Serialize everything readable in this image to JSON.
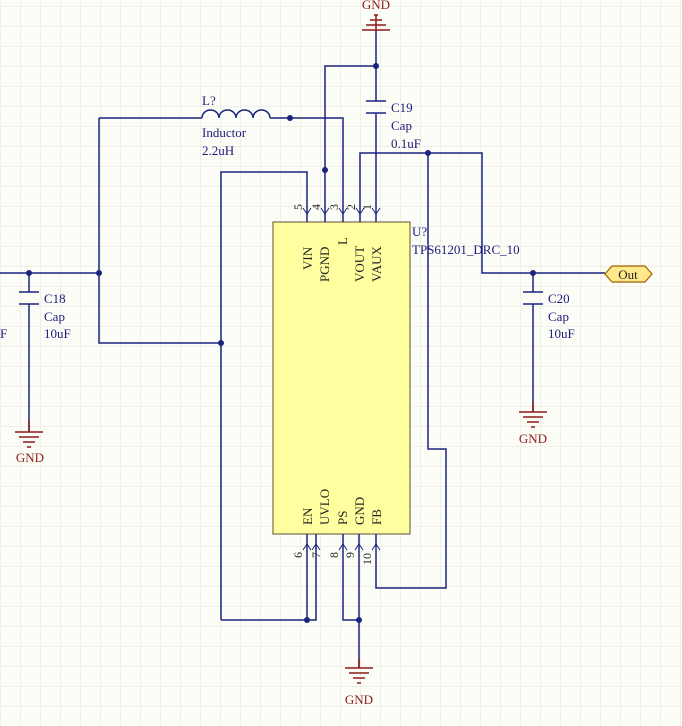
{
  "colors": {
    "background": "#fdfdf8",
    "grid": "#e4e4de",
    "wire": "#1a237e",
    "component": "#1a237e",
    "power": "#8b1a1a",
    "label": "#1a1a7a",
    "pin_number": "#222222",
    "ic_fill": "#ffffa0",
    "ic_stroke": "#7a6a4a",
    "port_fill": "#ffe98a",
    "port_stroke": "#a06000"
  },
  "ic": {
    "designator": "U?",
    "part": "TPS61201_DRC_10",
    "top_pins": [
      {
        "name": "VIN",
        "number": "5"
      },
      {
        "name": "PGND",
        "number": "4"
      },
      {
        "name": "L",
        "number": "3"
      },
      {
        "name": "VOUT",
        "number": "2"
      },
      {
        "name": "VAUX",
        "number": "1"
      }
    ],
    "bottom_pins": [
      {
        "name": "EN",
        "number": "6"
      },
      {
        "name": "UVLO",
        "number": "7"
      },
      {
        "name": "PS",
        "number": "8"
      },
      {
        "name": "GND",
        "number": "9"
      },
      {
        "name": "FB",
        "number": "10"
      }
    ]
  },
  "inductor": {
    "designator": "L?",
    "type": "Inductor",
    "value": "2.2uH"
  },
  "c18": {
    "designator": "C18",
    "type": "Cap",
    "value": "10uF"
  },
  "c19": {
    "designator": "C19",
    "type": "Cap",
    "value": "0.1uF"
  },
  "c20": {
    "designator": "C20",
    "type": "Cap",
    "value": "10uF"
  },
  "left_clipped_label": "F",
  "gnd_label": "GND",
  "output_port": "Out"
}
